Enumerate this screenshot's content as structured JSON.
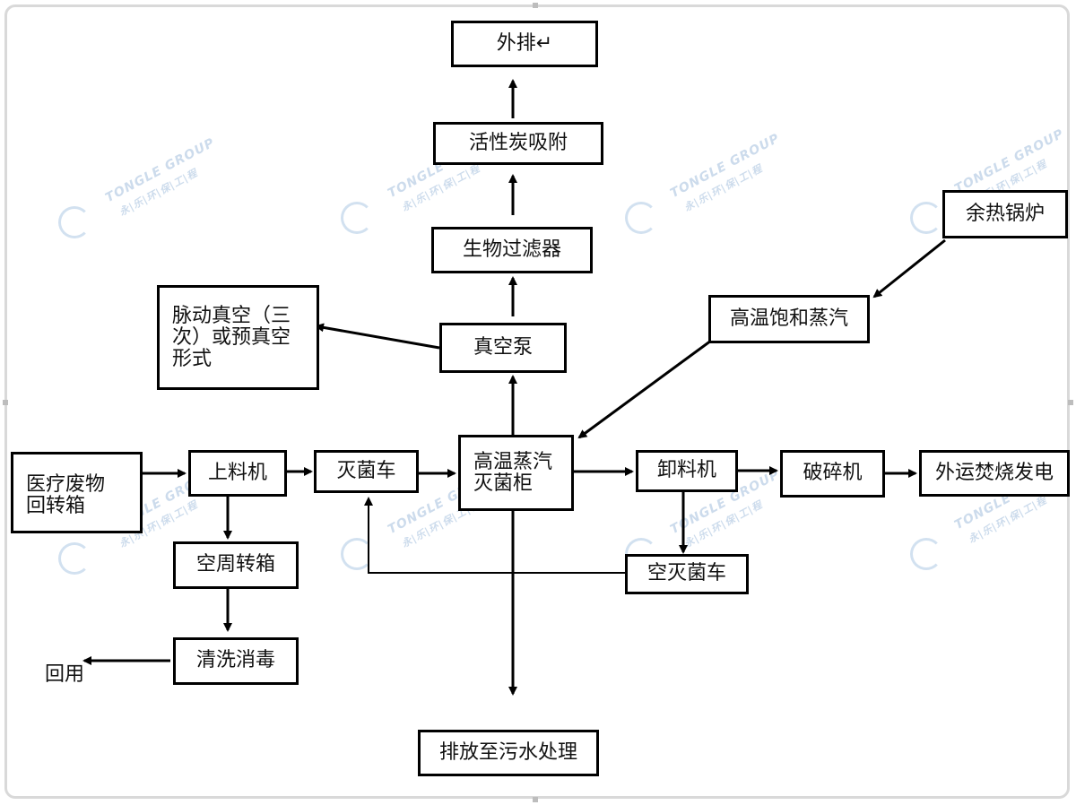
{
  "nodes": {
    "outlet": "外排↵",
    "activated_carbon": "活性炭吸附",
    "bio_filter": "生物过滤器",
    "waste_heat_boiler": "余热锅炉",
    "pulse_vacuum": "脉动真空（三\n次）或预真空\n形式",
    "vacuum_pump": "真空泵",
    "hot_steam": "高温饱和蒸汽",
    "medical_waste_box": "医疗废物\n回转箱",
    "loader": "上料机",
    "sterilize_cart": "灭菌车",
    "sterilizer_cabinet": "高温蒸汽\n灭菌柜",
    "unloader": "卸料机",
    "crusher": "破碎机",
    "incineration": "外运焚烧发电",
    "empty_box": "空周转箱",
    "empty_cart": "空灭菌车",
    "wash_disinfect": "清洗消毒",
    "reuse": "回用",
    "sewage": "排放至污水处理"
  },
  "watermark": {
    "brand": "TONGLE GROUP",
    "subtitle": "永|乐|环|保|工|程"
  }
}
